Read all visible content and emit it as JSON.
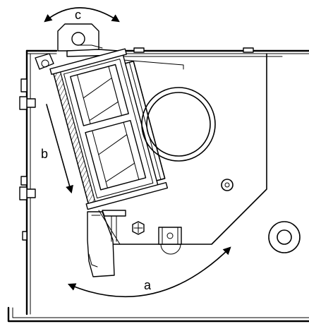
{
  "labels": {
    "a": "a",
    "b": "b",
    "c": "c"
  },
  "colors": {
    "line": "#000000",
    "background": "#ffffff"
  }
}
